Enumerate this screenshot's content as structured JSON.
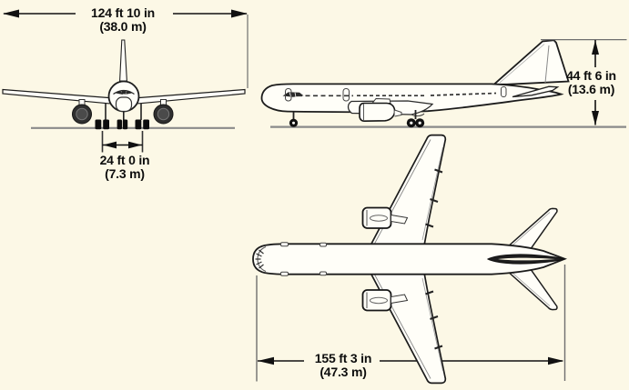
{
  "dimensions": {
    "wingspan": {
      "imperial": "124 ft 10 in",
      "metric": "(38.0 m)"
    },
    "gear_track": {
      "imperial": "24 ft 0 in",
      "metric": "(7.3 m)"
    },
    "height": {
      "imperial": "44 ft 6 in",
      "metric": "(13.6 m)"
    },
    "length": {
      "imperial": "155 ft 3 in",
      "metric": "(47.3 m)"
    }
  },
  "colors": {
    "background": "#fcf8e6",
    "aircraft_fill": "#fffef8",
    "outline": "#1c1c1c",
    "dimension_line": "#111111",
    "extension_line": "#6f6f6f",
    "ground_line": "#8a8a8a",
    "text": "#0d0d0d"
  }
}
